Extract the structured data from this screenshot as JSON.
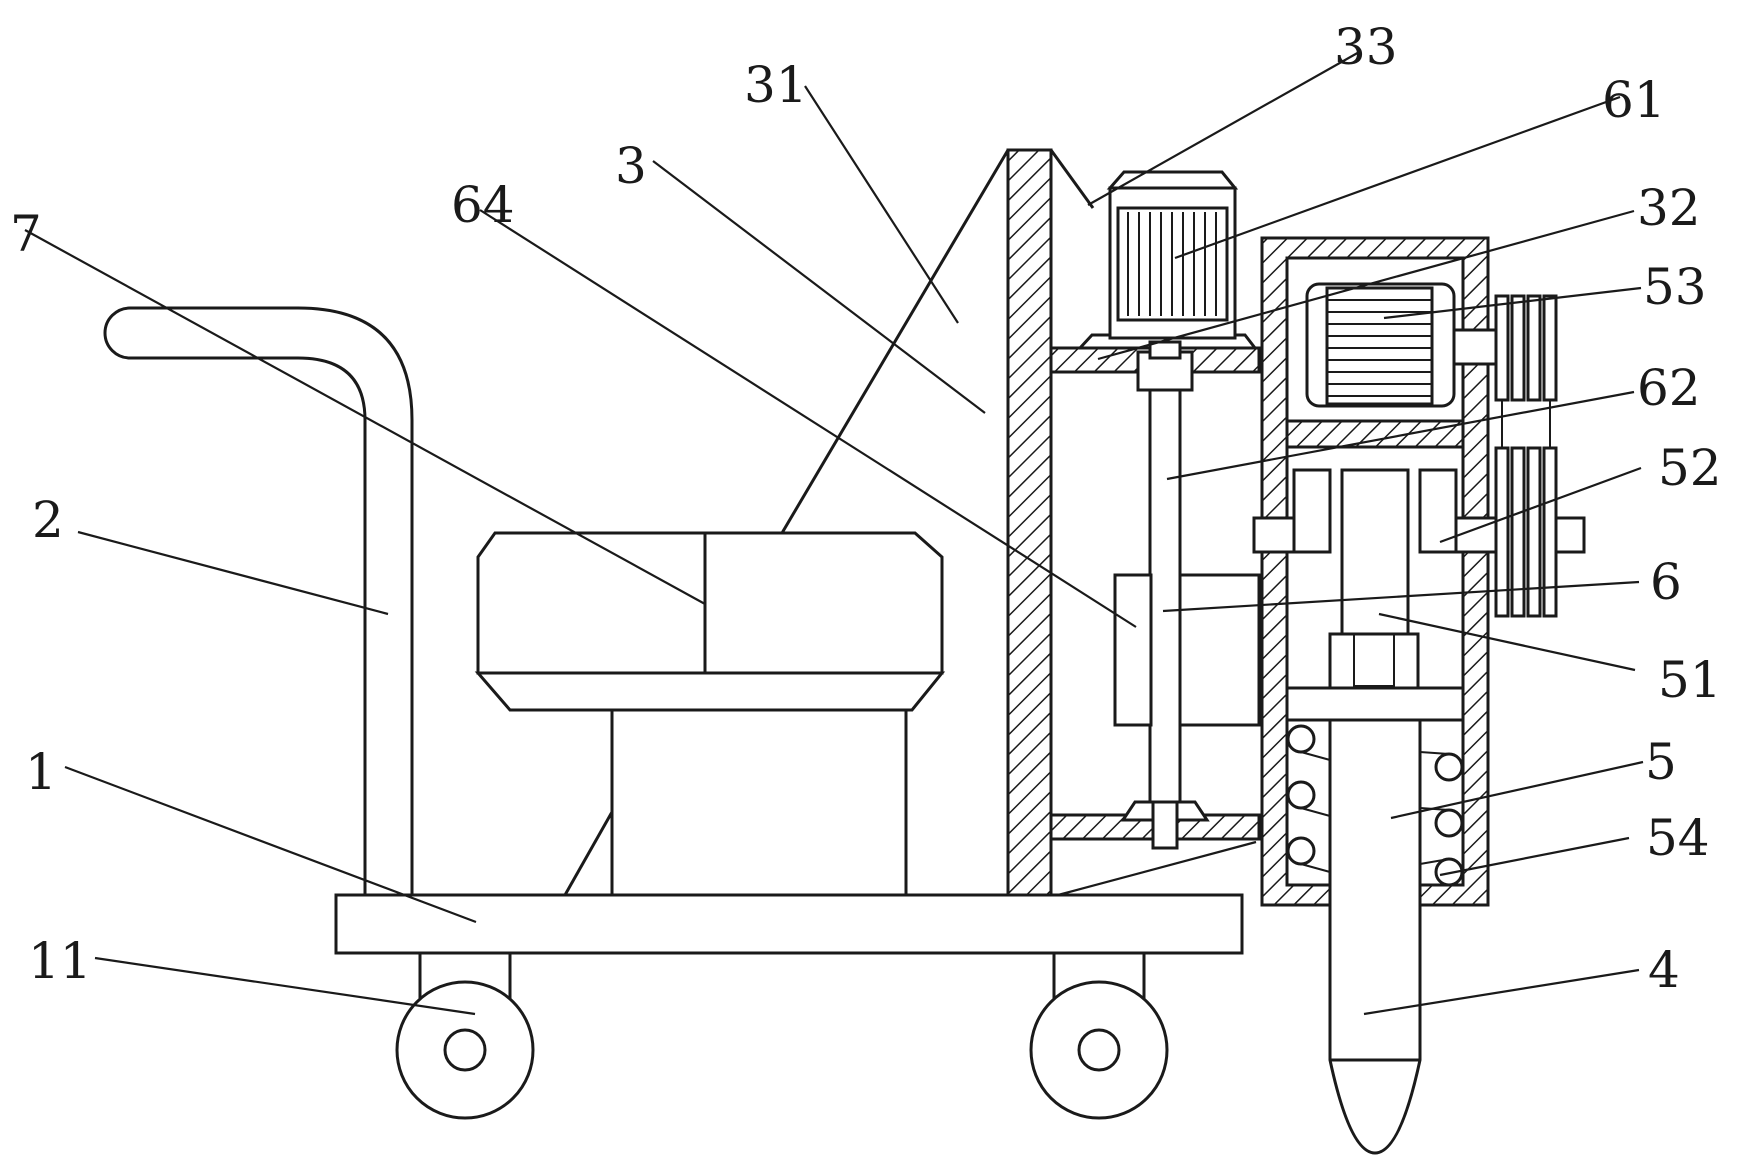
{
  "labels": {
    "l1": "1",
    "l2": "2",
    "l3": "3",
    "l4": "4",
    "l5": "5",
    "l6": "6",
    "l7": "7",
    "l11": "11",
    "l31": "31",
    "l32": "32",
    "l33": "33",
    "l51": "51",
    "l52": "52",
    "l53": "53",
    "l54": "54",
    "l61": "61",
    "l62": "62",
    "l64": "64"
  }
}
